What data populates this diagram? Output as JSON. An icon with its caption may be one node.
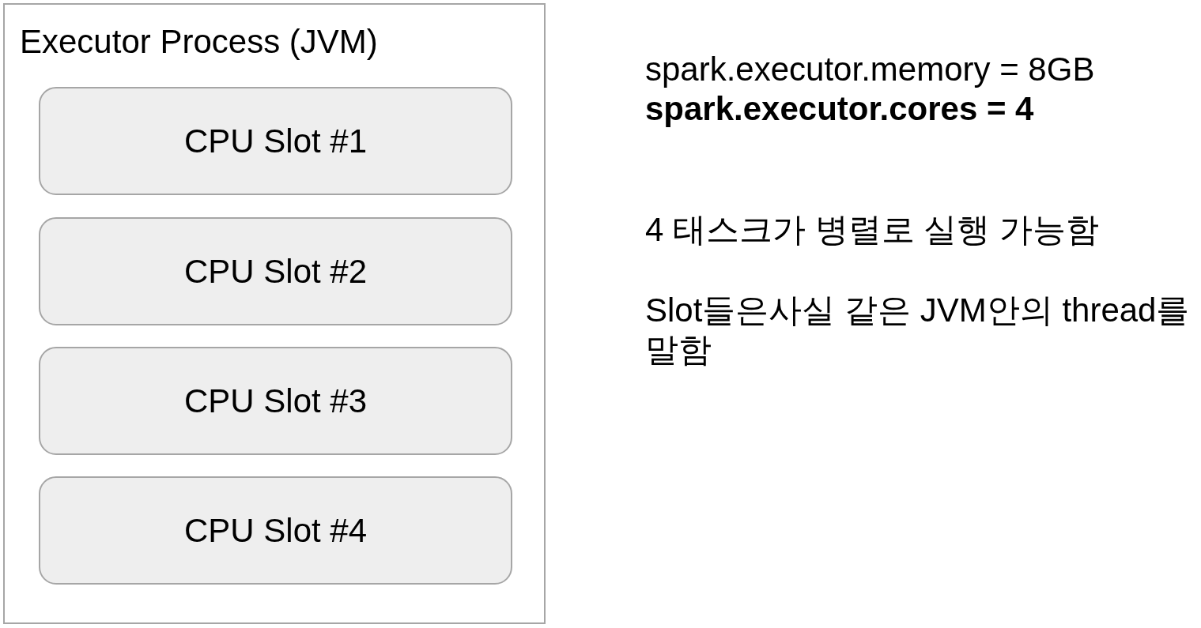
{
  "diagram": {
    "nodes": [
      {
        "text": [
          "Executor Process (JVM)"
        ]
      },
      {
        "text": [
          "CPU Slot #1"
        ],
        "in": 0
      },
      {
        "text": [
          "CPU Slot #2"
        ],
        "in": 0
      },
      {
        "text": [
          "CPU Slot #3"
        ],
        "in": 0
      },
      {
        "text": [
          "CPU Slot #4"
        ],
        "in": 0
      }
    ],
    "labels": [
      "spark.executor.memory = 8GB",
      "spark.executor.cores = 4",
      "4 태스크가 병렬로 실행 가능함",
      "Slot들은사실 같은 JVM안의 thread를 말함"
    ]
  }
}
